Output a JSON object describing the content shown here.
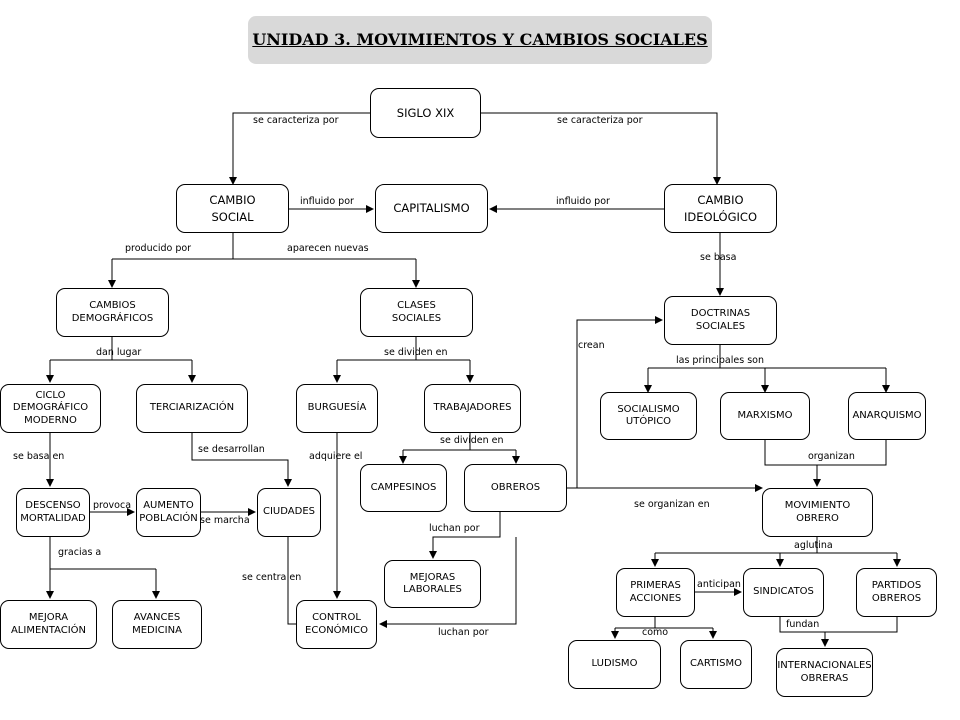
{
  "title": "UNIDAD 3. MOVIMIENTOS Y CAMBIOS SOCIALES",
  "nodes": {
    "siglo": "SIGLO XIX",
    "cambio_social": "CAMBIO\nSOCIAL",
    "capitalismo": "CAPITALISMO",
    "cambio_ideologico": "CAMBIO\nIDEOLÓGICO",
    "cambios_demograficos": "CAMBIOS\nDEMOGRÁFICOS",
    "clases_sociales": "CLASES\nSOCIALES",
    "doctrinas": "DOCTRINAS\nSOCIALES",
    "ciclo": "CICLO\nDEMOGRÁFICO\nMODERNO",
    "terciarizacion": "TERCIARIZACIÓN",
    "burguesia": "BURGUESÍA",
    "trabajadores": "TRABAJADORES",
    "socialismo": "SOCIALISMO\nUTÓPICO",
    "marxismo": "MARXISMO",
    "anarquismo": "ANARQUISMO",
    "campesinos": "CAMPESINOS",
    "obreros": "OBREROS",
    "descenso": "DESCENSO\nMORTALIDAD",
    "aumento": "AUMENTO\nPOBLACIÓN",
    "ciudades": "CIUDADES",
    "movimiento": "MOVIMIENTO\nOBRERO",
    "mejoras_laborales": "MEJORAS\nLABORALES",
    "mejora_alim": "MEJORA\nALIMENTACIÓN",
    "avances": "AVANCES\nMEDICINA",
    "control": "CONTROL\nECONÓMICO",
    "primeras": "PRIMERAS\nACCIONES",
    "sindicatos": "SINDICATOS",
    "partidos": "PARTIDOS\nOBREROS",
    "ludismo": "LUDISMO",
    "cartismo": "CARTISMO",
    "internacionales": "INTERNACIONALES\nOBRERAS"
  },
  "labels": {
    "caracteriza_left": "se caracteriza por",
    "caracteriza_right": "se caracteriza por",
    "influido_left": "influido por",
    "influido_right": "influido por",
    "producido": "producido por",
    "aparecen": "aparecen nuevas",
    "se_basa": "se basa",
    "crean": "crean",
    "dan_lugar": "dan lugar",
    "se_dividen": "se dividen en",
    "principales": "las principales son",
    "se_dividen2": "se dividen en",
    "se_basa_en": "se basa en",
    "se_desarrollan": "se desarrollan",
    "adquiere": "adquiere el",
    "organizan": "organizan",
    "provoca": "provoca",
    "se_marcha": "se marcha",
    "se_organizan": "se organizan en",
    "luchan_por": "luchan por",
    "gracias": "gracias a",
    "aglutina": "aglutina",
    "se_centra": "se centra en",
    "anticipan": "anticipan",
    "fundan": "fundan",
    "como": "como",
    "luchan_por2": "luchan por"
  }
}
